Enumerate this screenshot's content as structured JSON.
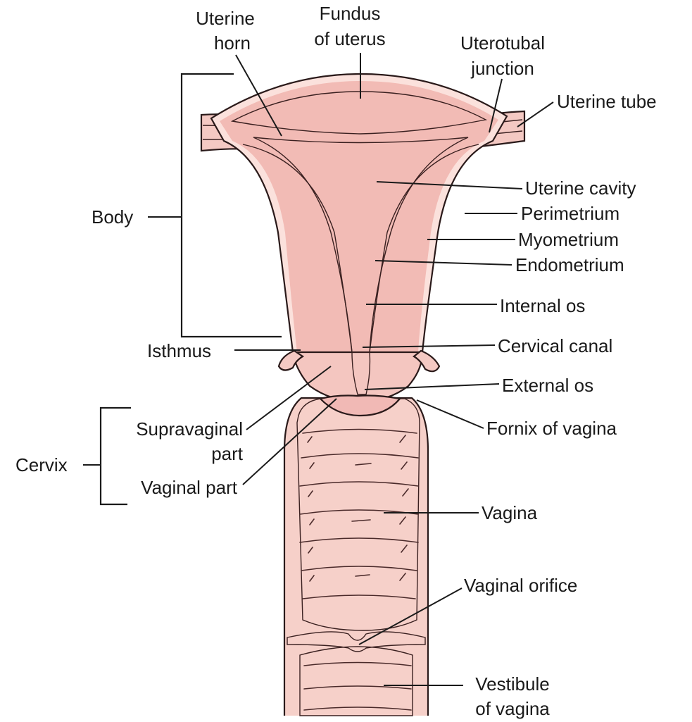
{
  "diagram": {
    "labels": {
      "uterine_horn": [
        "Uterine",
        "horn"
      ],
      "fundus": [
        "Fundus",
        "of uterus"
      ],
      "uterotubal_junction": [
        "Uterotubal",
        "junction"
      ],
      "uterine_tube": "Uterine tube",
      "uterine_cavity": "Uterine cavity",
      "perimetrium": "Perimetrium",
      "myometrium": "Myometrium",
      "endometrium": "Endometrium",
      "internal_os": "Internal os",
      "cervical_canal": "Cervical canal",
      "external_os": "External os",
      "fornix": "Fornix of vagina",
      "vagina": "Vagina",
      "vaginal_orifice": "Vaginal orifice",
      "vestibule": [
        "Vestibule",
        "of vagina"
      ],
      "body": "Body",
      "isthmus": "Isthmus",
      "cervix": "Cervix",
      "supravaginal": [
        "Supravaginal",
        "part"
      ],
      "vaginal_part": "Vaginal part"
    },
    "colors": {
      "outer_wall": "#f4c9c3",
      "perimetrium": "#fbe1dc",
      "myometrium": "#f0b9b3",
      "cavity": "#d69a98",
      "vagina_wall": "#f6d0c9",
      "vagina_lumen": "#e5a7a5",
      "outline": "#2a1a1a"
    }
  }
}
